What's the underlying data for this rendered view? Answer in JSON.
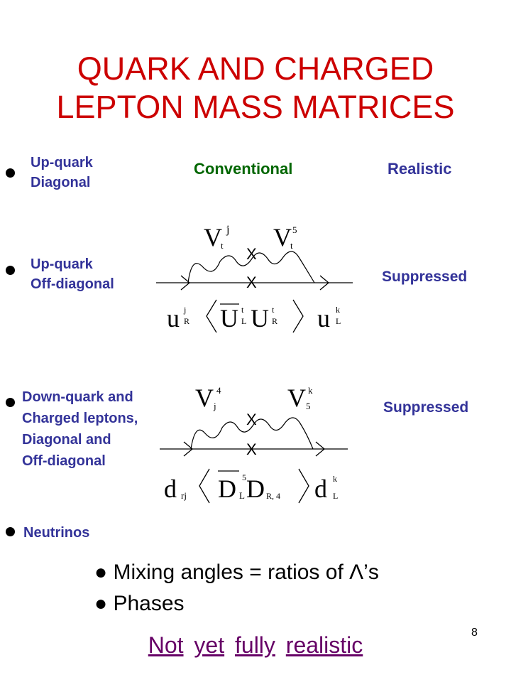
{
  "slide": {
    "title_line1": "QUARK AND CHARGED",
    "title_line2": "LEPTON MASS MATRICES",
    "columns": {
      "conventional": "Conventional",
      "realistic": "Realistic"
    },
    "rows": [
      {
        "label_lines": [
          "Up-quark",
          "Diagonal"
        ]
      },
      {
        "label_lines": [
          "Up-quark",
          "Off-diagonal"
        ],
        "realistic": "Suppressed"
      },
      {
        "label_lines": [
          "Down-quark and",
          "Charged leptons,",
          "Diagonal and",
          "Off-diagonal"
        ],
        "realistic": "Suppressed"
      },
      {
        "label_lines": [
          "Neutrinos"
        ]
      }
    ],
    "diagram_up": {
      "top_left": "V",
      "top_left_sub": "t",
      "top_left_sup": "j",
      "top_right": "V",
      "top_right_sub": "t",
      "top_right_sup": "5",
      "cross": "X",
      "bottom_left": "u",
      "bottom_left_sub": "R",
      "bottom_left_sup": "j",
      "vev_1": "U",
      "vev_1_sub": "L",
      "vev_1_sup": "t",
      "vev_2": "U",
      "vev_2_sub": "R",
      "vev_2_sup": "t",
      "bottom_right": "u",
      "bottom_right_sub": "L",
      "bottom_right_sup": "k"
    },
    "diagram_down": {
      "top_left": "V",
      "top_left_sub": "j",
      "top_left_sup": "4",
      "top_right": "V",
      "top_right_sub": "5",
      "top_right_sup": "k",
      "cross": "X",
      "bottom_left": "d",
      "bottom_left_sub": "rj",
      "vev_1": "D",
      "vev_1_sub": "L",
      "vev_1_sup": "5",
      "vev_2": "D",
      "vev_2_sub": "R, 4",
      "bottom_right": "d",
      "bottom_right_sub": "L",
      "bottom_right_sup": "k"
    },
    "bottom_bullets": [
      "● Mixing angles = ratios of Λ’s",
      "● Phases"
    ],
    "footer_links": [
      "Not",
      "yet",
      "fully",
      "realistic"
    ],
    "page_number": "8",
    "colors": {
      "title": "#cc0000",
      "label": "#333399",
      "conventional": "#006600",
      "link": "#660066"
    }
  }
}
